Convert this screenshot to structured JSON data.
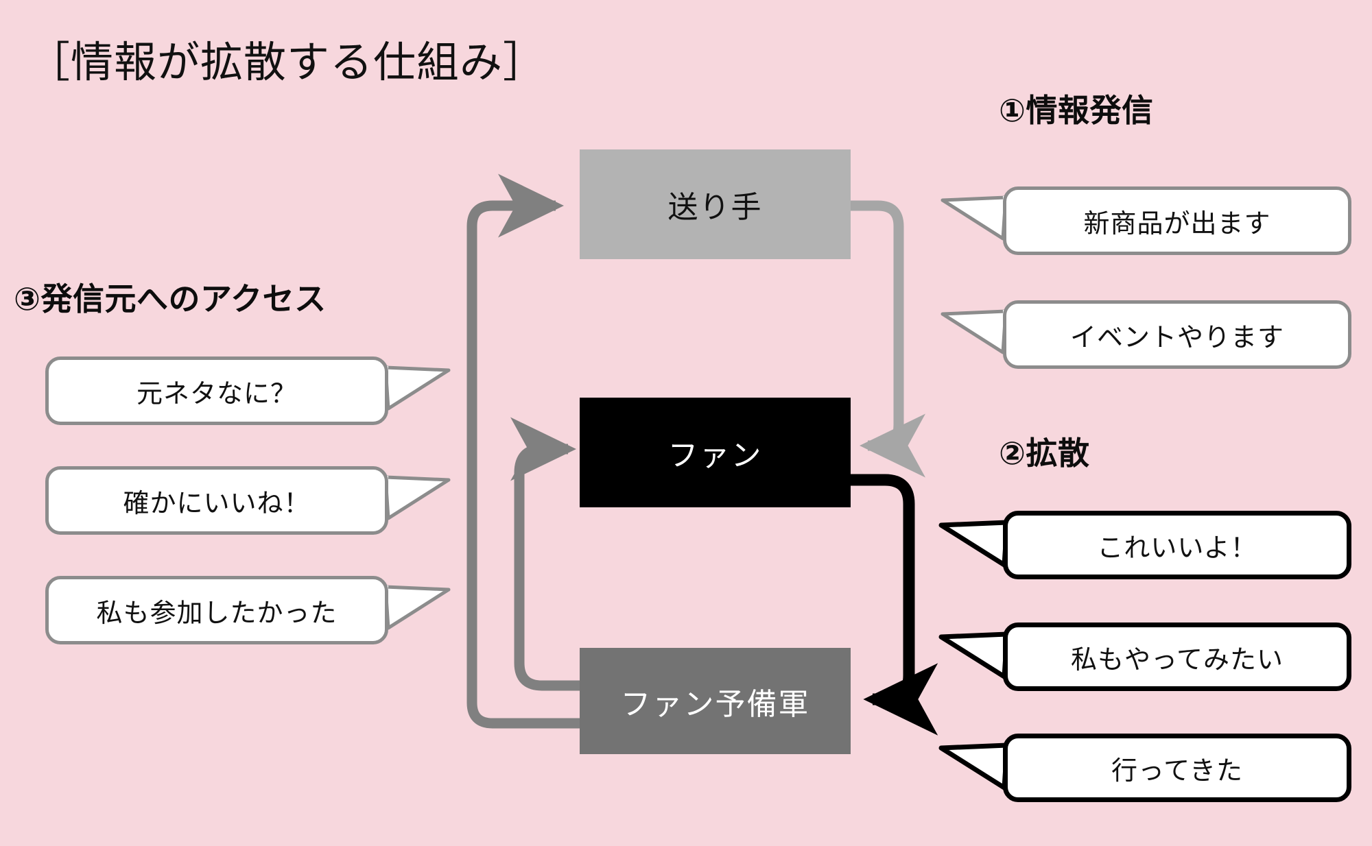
{
  "page": {
    "title": "［情報が拡散する仕組み］",
    "background_color": "#f7d7dd"
  },
  "sections": {
    "step1": {
      "heading": "①情報発信"
    },
    "step2": {
      "heading": "②拡散"
    },
    "step3": {
      "heading": "③発信元へのアクセス"
    }
  },
  "flow": {
    "nodes": [
      {
        "label": "送り手",
        "fill": "#b3b3b3",
        "text_color": "#111111"
      },
      {
        "label": "ファン",
        "fill": "#000000",
        "text_color": "#ffffff"
      },
      {
        "label": "ファン予備軍",
        "fill": "#737373",
        "text_color": "#ffffff"
      }
    ],
    "edges": [
      {
        "from": "送り手",
        "to": "ファン",
        "color": "#a6a6a6",
        "note": "①情報発信"
      },
      {
        "from": "ファン",
        "to": "ファン予備軍",
        "color": "#000000",
        "note": "②拡散"
      },
      {
        "from": "ファン予備軍",
        "to": "ファン",
        "color": "#808080",
        "note": "③発信元へのアクセス"
      },
      {
        "from": "ファン予備軍",
        "to": "送り手",
        "color": "#808080",
        "note": "③発信元へのアクセス"
      }
    ]
  },
  "bubbles": {
    "step1": [
      {
        "text": "新商品が出ます",
        "border_color": "#8c8c8c"
      },
      {
        "text": "イベントやります",
        "border_color": "#8c8c8c"
      }
    ],
    "step2": [
      {
        "text": "これいいよ！",
        "border_color": "#000000"
      },
      {
        "text": "私もやってみたい",
        "border_color": "#000000"
      },
      {
        "text": "行ってきた",
        "border_color": "#000000"
      }
    ],
    "step3": [
      {
        "text": "元ネタなに？",
        "border_color": "#8c8c8c"
      },
      {
        "text": "確かにいいね！",
        "border_color": "#8c8c8c"
      },
      {
        "text": "私も参加したかった",
        "border_color": "#8c8c8c"
      }
    ]
  }
}
